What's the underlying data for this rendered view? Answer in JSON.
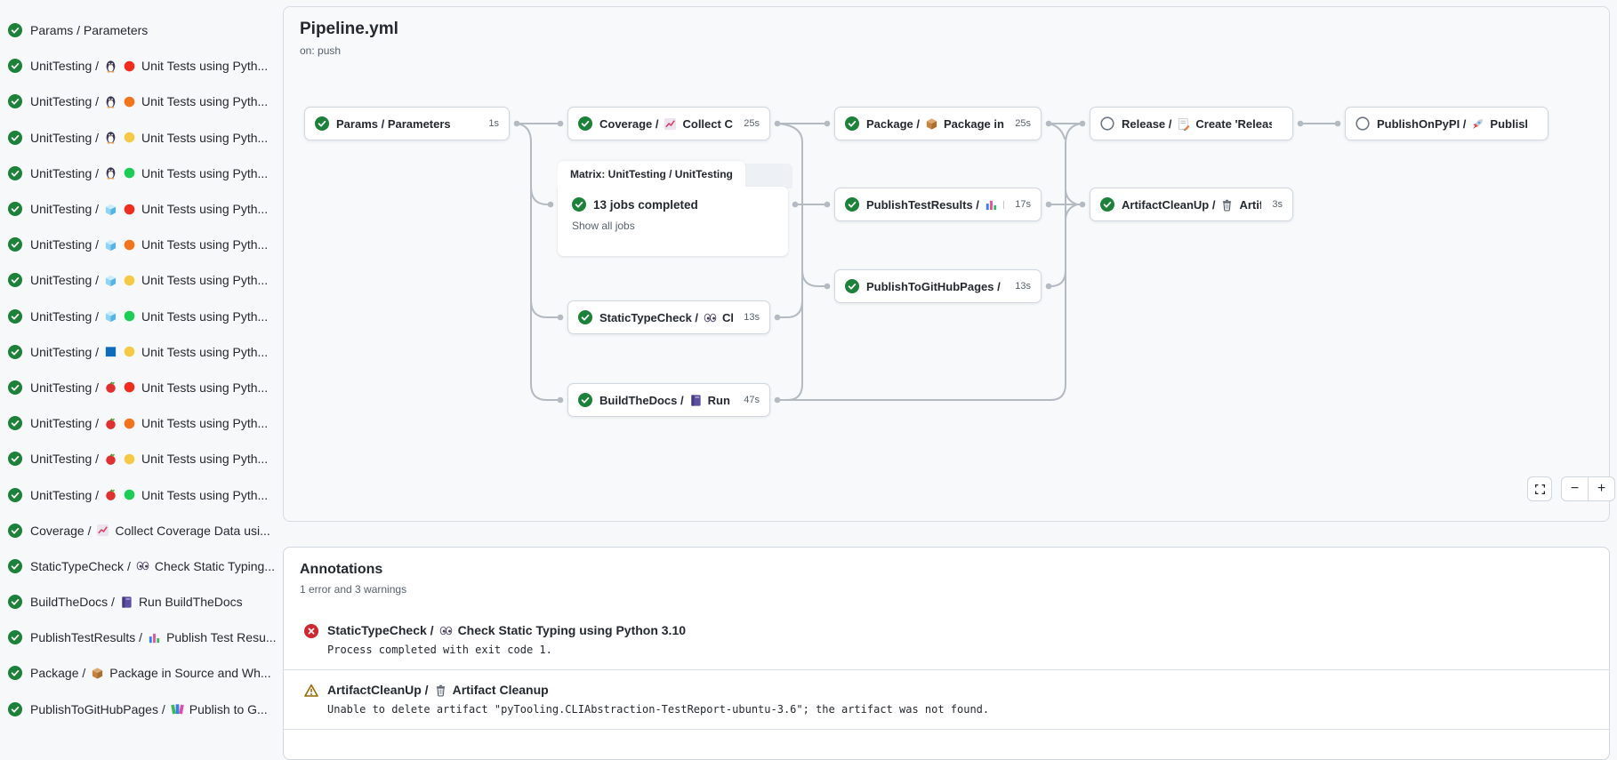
{
  "header": {
    "title": "Pipeline.yml",
    "trigger": "on: push"
  },
  "sidebar": {
    "items": [
      {
        "status": "success",
        "job": "Params / Parameters",
        "icons": [],
        "title": ""
      },
      {
        "status": "success",
        "job": "UnitTesting /",
        "icons": [
          "penguin",
          "circle-red"
        ],
        "title": "Unit Tests using Pyth..."
      },
      {
        "status": "success",
        "job": "UnitTesting /",
        "icons": [
          "penguin",
          "circle-orange"
        ],
        "title": "Unit Tests using Pyth..."
      },
      {
        "status": "success",
        "job": "UnitTesting /",
        "icons": [
          "penguin",
          "circle-yellow"
        ],
        "title": "Unit Tests using Pyth..."
      },
      {
        "status": "success",
        "job": "UnitTesting /",
        "icons": [
          "penguin",
          "circle-green"
        ],
        "title": "Unit Tests using Pyth..."
      },
      {
        "status": "success",
        "job": "UnitTesting /",
        "icons": [
          "ice-cube",
          "circle-red"
        ],
        "title": "Unit Tests using Pyth..."
      },
      {
        "status": "success",
        "job": "UnitTesting /",
        "icons": [
          "ice-cube",
          "circle-orange"
        ],
        "title": "Unit Tests using Pyth..."
      },
      {
        "status": "success",
        "job": "UnitTesting /",
        "icons": [
          "ice-cube",
          "circle-yellow"
        ],
        "title": "Unit Tests using Pyth..."
      },
      {
        "status": "success",
        "job": "UnitTesting /",
        "icons": [
          "ice-cube",
          "circle-green"
        ],
        "title": "Unit Tests using Pyth..."
      },
      {
        "status": "success",
        "job": "UnitTesting /",
        "icons": [
          "windows",
          "circle-yellow"
        ],
        "title": "Unit Tests using Pyth..."
      },
      {
        "status": "success",
        "job": "UnitTesting /",
        "icons": [
          "apple",
          "circle-red"
        ],
        "title": "Unit Tests using Pyth..."
      },
      {
        "status": "success",
        "job": "UnitTesting /",
        "icons": [
          "apple",
          "circle-orange"
        ],
        "title": "Unit Tests using Pyth..."
      },
      {
        "status": "success",
        "job": "UnitTesting /",
        "icons": [
          "apple",
          "circle-yellow"
        ],
        "title": "Unit Tests using Pyth..."
      },
      {
        "status": "success",
        "job": "UnitTesting /",
        "icons": [
          "apple",
          "circle-green"
        ],
        "title": "Unit Tests using Pyth..."
      },
      {
        "status": "success",
        "job": "Coverage /",
        "icons": [
          "chart-increasing"
        ],
        "title": "Collect Coverage Data usi..."
      },
      {
        "status": "success",
        "job": "StaticTypeCheck /",
        "icons": [
          "eyes"
        ],
        "title": "Check Static Typing..."
      },
      {
        "status": "success",
        "job": "BuildTheDocs /",
        "icons": [
          "book"
        ],
        "title": "Run BuildTheDocs"
      },
      {
        "status": "success",
        "job": "PublishTestResults /",
        "icons": [
          "bar-chart"
        ],
        "title": "Publish Test Resu..."
      },
      {
        "status": "success",
        "job": "Package /",
        "icons": [
          "package"
        ],
        "title": "Package in Source and Wh..."
      },
      {
        "status": "success",
        "job": "PublishToGitHubPages /",
        "icons": [
          "books"
        ],
        "title": "Publish to G..."
      }
    ]
  },
  "graph": {
    "matrix": {
      "tab": "Matrix: UnitTesting / UnitTesting",
      "summary": "13 jobs completed",
      "link": "Show all jobs"
    },
    "nodes": {
      "params": {
        "status": "success",
        "prefix": "Params / Parameters",
        "icon": null,
        "suffix": "",
        "duration": "1s"
      },
      "coverage": {
        "status": "success",
        "prefix": "Coverage /",
        "icon": "chart-increasing",
        "suffix": "Collect Cove...",
        "duration": "25s"
      },
      "package": {
        "status": "success",
        "prefix": "Package /",
        "icon": "package",
        "suffix": "Package in So...",
        "duration": "25s"
      },
      "release": {
        "status": "skipped",
        "prefix": "Release /",
        "icon": "memo-pencil",
        "suffix": "Create 'Release P...",
        "duration": ""
      },
      "publish_on_pypi": {
        "status": "skipped",
        "prefix": "PublishOnPyPI /",
        "icon": "rocket",
        "suffix": "Publish to ...",
        "duration": ""
      },
      "publish_test_results": {
        "status": "success",
        "prefix": "PublishTestResults /",
        "icon": "bar-chart",
        "suffix": "Pu...",
        "duration": "17s"
      },
      "artifact_cleanup": {
        "status": "success",
        "prefix": "ArtifactCleanUp /",
        "icon": "wastebasket",
        "suffix": "Artifac...",
        "duration": "3s"
      },
      "publish_to_github_pages": {
        "status": "success",
        "prefix": "PublishToGitHubPages /",
        "icon": "books",
        "suffix": "...",
        "duration": "13s"
      },
      "static_type_check": {
        "status": "success",
        "prefix": "StaticTypeCheck /",
        "icon": "eyes",
        "suffix": "Chec...",
        "duration": "13s"
      },
      "build_the_docs": {
        "status": "success",
        "prefix": "BuildTheDocs /",
        "icon": "book",
        "suffix": "Run Buil...",
        "duration": "47s"
      }
    },
    "controls": {
      "zoom_out": "−",
      "zoom_in": "+"
    }
  },
  "annotations": {
    "title": "Annotations",
    "subtitle": "1 error and 3 warnings",
    "items": [
      {
        "severity": "error",
        "prefix": "StaticTypeCheck /",
        "icon": "eyes",
        "suffix": "Check Static Typing using Python 3.10",
        "message": "Process completed with exit code 1."
      },
      {
        "severity": "warning",
        "prefix": "ArtifactCleanUp /",
        "icon": "wastebasket",
        "suffix": "Artifact Cleanup",
        "message": "Unable to delete artifact \"pyTooling.CLIAbstraction-TestReport-ubuntu-3.6\"; the artifact was not found."
      }
    ]
  }
}
